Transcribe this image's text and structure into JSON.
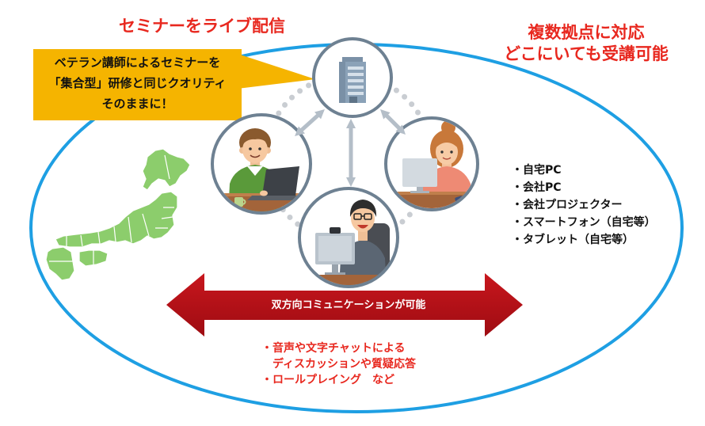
{
  "headline": {
    "left": "セミナーをライブ配信",
    "right": [
      "複数拠点に対応",
      "どこにいても受講可能"
    ]
  },
  "callout": {
    "lines": [
      "ベテラン講師によるセミナーを",
      "「集合型」研修と同じクオリティ",
      "そのままに！"
    ]
  },
  "devices": {
    "items": [
      "・自宅PC",
      "・会社PC",
      "・会社プロジェクター",
      "・スマートフォン（自宅等）",
      "・タブレット（自宅等）"
    ]
  },
  "center_arrow": {
    "label": "双方向コミュニケーションが可能"
  },
  "features": {
    "lines": [
      "・音声や文字チャットによる",
      "　ディスカッションや質疑応答",
      "・ロールプレイング　など"
    ]
  },
  "icons": {
    "hub": "office-building-icon",
    "participant_left": "participant-laptop-icon",
    "participant_right": "participant-desktop-icon",
    "participant_center": "participant-webcam-icon",
    "map": "japan-map-icon",
    "link": "double-arrow-icon"
  },
  "colors": {
    "accent_red": "#e8281f",
    "ellipse_blue": "#1e9fe3",
    "callout_yellow": "#f5b400",
    "arrow_red": "#c8161d",
    "map_green": "#8ccd6c",
    "ring_gray": "#6e8192"
  }
}
